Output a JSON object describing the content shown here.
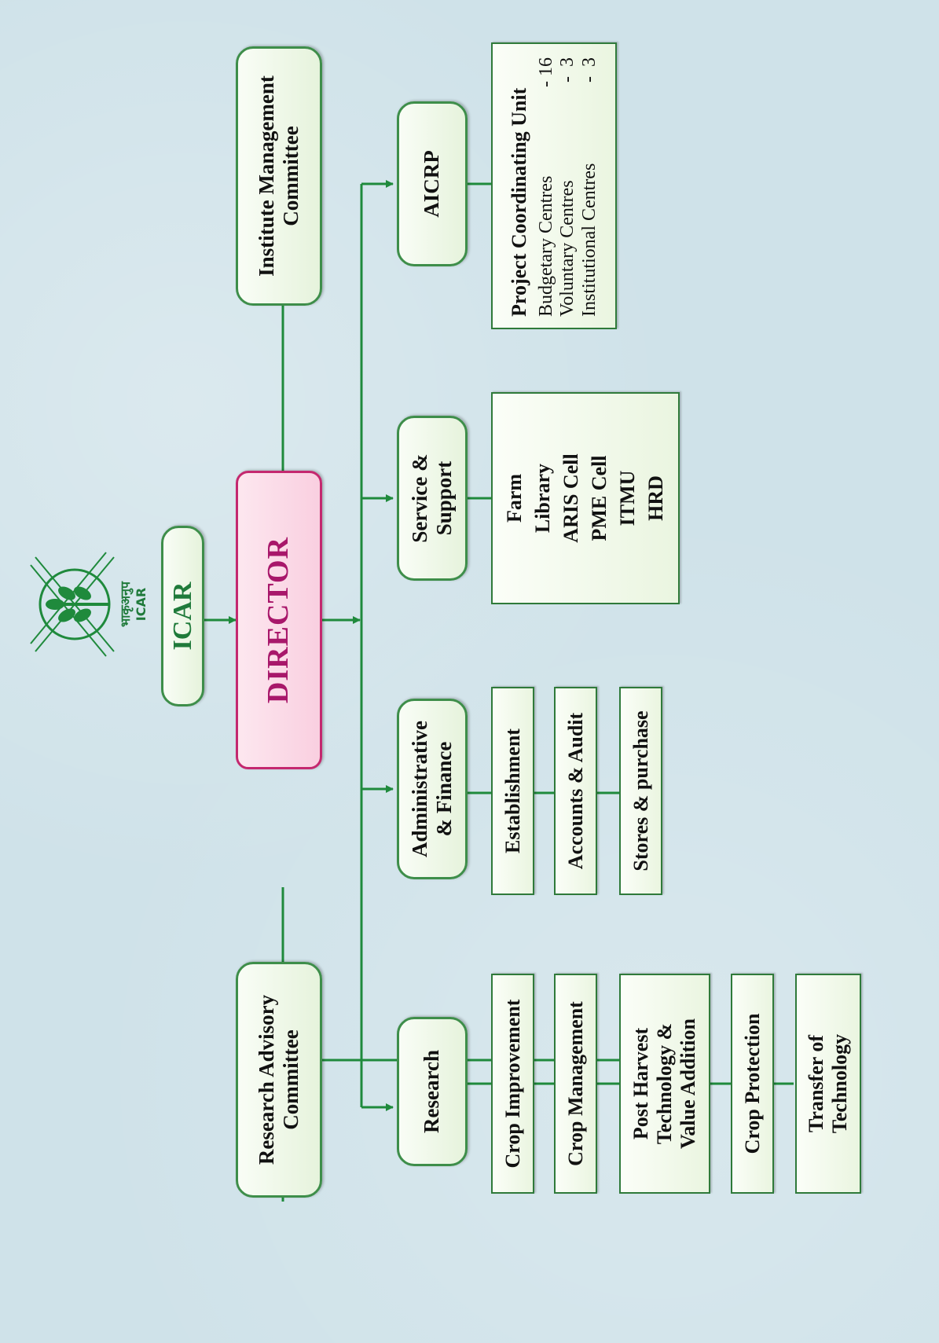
{
  "logo": {
    "hindi": "भाकृअनुप",
    "english": "ICAR"
  },
  "top": {
    "icar": "ICAR",
    "director": "DIRECTOR",
    "rac": [
      "Research Advisory",
      "Committee"
    ],
    "imc": [
      "Institute Management",
      "Committee"
    ]
  },
  "divisions": [
    {
      "title": [
        "Research"
      ]
    },
    {
      "title": [
        "Administrative",
        "& Finance"
      ]
    },
    {
      "title": [
        "Service &",
        "Support"
      ]
    },
    {
      "title": [
        "AICRP"
      ]
    }
  ],
  "research_units": [
    [
      "Crop Improvement"
    ],
    [
      "Crop Management"
    ],
    [
      "Post Harvest",
      "Technology &",
      "Value Addition"
    ],
    [
      "Crop Protection"
    ],
    [
      "Transfer of",
      "Technology"
    ]
  ],
  "admin_units": [
    [
      "Establishment"
    ],
    [
      "Accounts & Audit"
    ],
    [
      "Stores & purchase"
    ]
  ],
  "service_units": [
    "Farm",
    "Library",
    "ARIS Cell",
    "PME Cell",
    "ITMU",
    "HRD"
  ],
  "aicrp_unit": {
    "title": "Project Coordinating Unit",
    "rows": [
      {
        "label": "Budgetary Centres",
        "value": "- 16"
      },
      {
        "label": "Voluntary Centres",
        "value": "-  3"
      },
      {
        "label": "Institutional Centres",
        "value": "-  3"
      }
    ]
  },
  "colors": {
    "line": "#1f8a3c",
    "director": "#a8176a",
    "background": "#cfe2e9"
  }
}
